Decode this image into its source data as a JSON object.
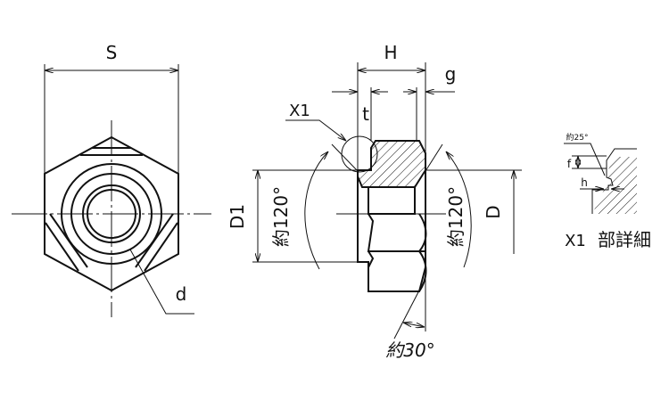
{
  "front_view": {
    "width_label": "S",
    "thread_label": "d"
  },
  "side_view": {
    "height_label": "H",
    "g_label": "g",
    "t_label": "t",
    "detail_ref": "X1",
    "d1_label": "D1",
    "left_angle": "約120°",
    "right_angle": "約120°",
    "d_label": "D",
    "chamfer_angle": "約30°"
  },
  "detail": {
    "angle": "約25°",
    "f_label": "f",
    "h_label": "h",
    "caption_ref": "X1",
    "caption": "部詳細"
  }
}
